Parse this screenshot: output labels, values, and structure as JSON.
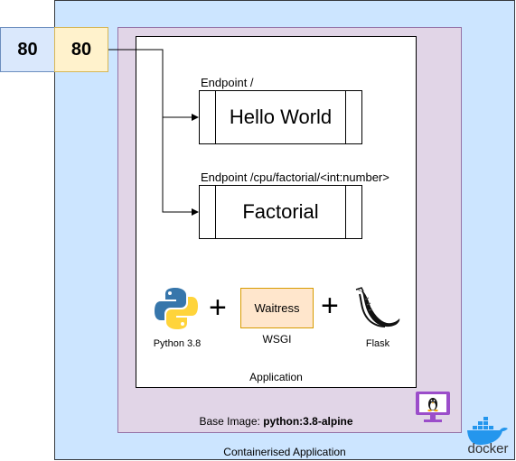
{
  "ports": {
    "host": "80",
    "container": "80"
  },
  "containerised_label": "Containerised Application",
  "base_image": {
    "prefix": "Base Image: ",
    "name": "python:3.8-alpine"
  },
  "application_label": "Application",
  "endpoints": [
    {
      "label": "Endpoint /",
      "process": "Hello World"
    },
    {
      "label": "Endpoint /cpu/factorial/<int:number>",
      "process": "Factorial"
    }
  ],
  "stack": {
    "python_label": "Python 3.8",
    "plus": "+",
    "waitress_label": "Waitress",
    "wsgi_label": "WSGI",
    "flask_label": "Flask"
  },
  "docker_label": "docker",
  "colors": {
    "outer_fill": "#cce5ff",
    "base_fill": "#e1d5e7",
    "port_host_fill": "#dae8fc",
    "port_container_fill": "#fff2cc",
    "waitress_fill": "#ffe6cc",
    "docker_blue": "#2496ed",
    "vm_purple": "#9b4dca"
  },
  "icons": [
    "python-logo-icon",
    "flask-logo-icon",
    "linux-vm-icon",
    "docker-whale-icon"
  ]
}
